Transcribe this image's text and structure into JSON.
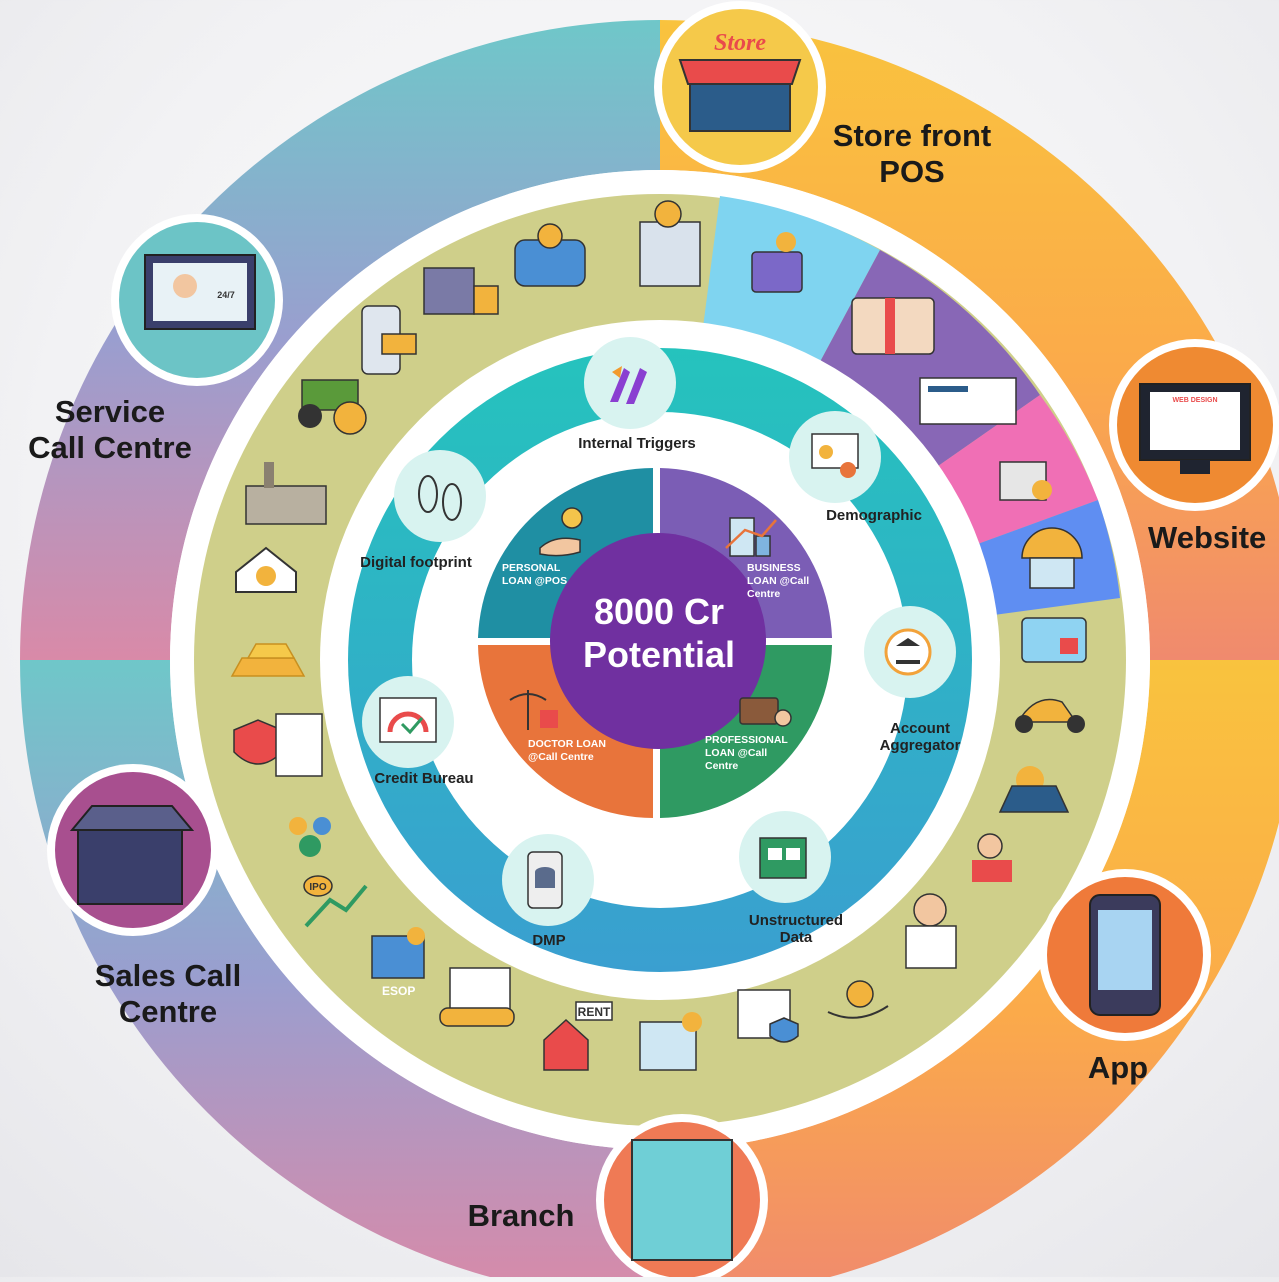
{
  "center": {
    "line1": "8000 Cr",
    "line2": "Potential"
  },
  "quadrants": [
    {
      "label": "PERSONAL LOAN @POS",
      "line1": "PERSONAL",
      "line2": "LOAN @POS",
      "line3": "",
      "color": "#1f8fa3"
    },
    {
      "label": "BUSINESS LOAN @Call Centre",
      "line1": "BUSINESS",
      "line2": "LOAN @Call",
      "line3": "Centre",
      "color": "#7b5db5"
    },
    {
      "label": "DOCTOR LOAN @Call Centre",
      "line1": "DOCTOR LOAN",
      "line2": "@Call Centre",
      "line3": "",
      "color": "#e8743b"
    },
    {
      "label": "PROFESSIONAL LOAN @Call Centre",
      "line1": "PROFESSIONAL",
      "line2": "LOAN @Call",
      "line3": "Centre",
      "color": "#2f9a62"
    }
  ],
  "data_sources": [
    {
      "label": "Internal Triggers",
      "icon": "internal-triggers-icon"
    },
    {
      "label": "Demographic",
      "icon": "demographic-icon"
    },
    {
      "label": "Account Aggregator",
      "line1": "Account",
      "line2": "Aggregator",
      "icon": "bank-icon"
    },
    {
      "label": "Unstructured Data",
      "line1": "Unstructured",
      "line2": "Data",
      "icon": "media-icon"
    },
    {
      "label": "DMP",
      "icon": "database-icon"
    },
    {
      "label": "Credit Bureau",
      "icon": "credit-score-icon"
    },
    {
      "label": "Digital footprint",
      "icon": "footprint-icon"
    }
  ],
  "channels": [
    {
      "label": "Store front POS",
      "line1": "Store front",
      "line2": "POS",
      "icon": "store-icon"
    },
    {
      "label": "Website",
      "icon": "website-icon"
    },
    {
      "label": "App",
      "icon": "mobile-app-icon"
    },
    {
      "label": "Branch",
      "icon": "branch-building-icon"
    },
    {
      "label": "Sales Call Centre",
      "line1": "Sales Call",
      "line2": "Centre",
      "icon": "sales-call-centre-icon"
    },
    {
      "label": "Service Call Centre",
      "line1": "Service",
      "line2": "Call Centre",
      "icon": "service-call-centre-icon"
    }
  ],
  "product_icons": {
    "store_sign": "Store",
    "rent_sign": "RENT",
    "ipo_tag": "IPO",
    "esop_tag": "ESOP",
    "web_design_tag": "WEB DESIGN",
    "support_tag": "24/7",
    "items": [
      "car-loan-icon",
      "real-estate-investment-icon",
      "business-bag-icon",
      "gift-card-icon",
      "cheque-icon",
      "locker-icon",
      "insurance-umbrella-icon",
      "credit-card-icon",
      "scooter-loan-icon",
      "solar-panel-icon",
      "freelancer-icon",
      "doctor-icon",
      "cash-in-hand-icon",
      "secure-analytics-icon",
      "building-money-icon",
      "rent-house-icon",
      "car-insurance-icon",
      "esop-icon",
      "ipo-icon",
      "team-money-icon",
      "health-insurance-icon",
      "gold-bars-icon",
      "home-loan-icon",
      "factory-icon",
      "tractor-loan-icon",
      "card-payment-icon",
      "truck-loan-icon"
    ]
  },
  "colors": {
    "outer_ring_start": "#f7c948",
    "olive_ring": "#cfd08a",
    "teal_ring": "#2bbcc0",
    "center_purple": "#7030a0"
  }
}
